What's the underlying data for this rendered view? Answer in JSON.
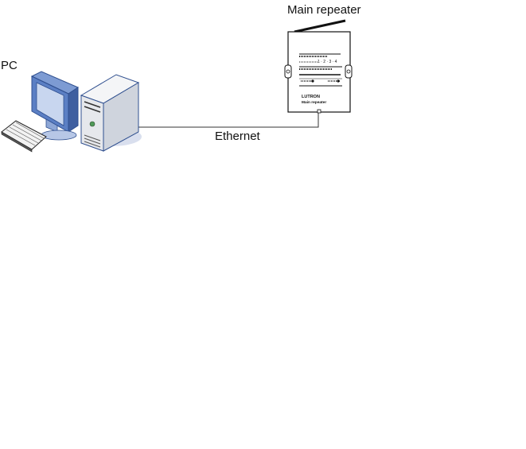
{
  "labels": {
    "pc": "PC",
    "main_repeater": "Main repeater",
    "connection": "Ethernet"
  },
  "device_text": {
    "brand": "LUTRON",
    "model": "Main repeater",
    "channel_numbers": "1 · 2 · 3 · 4"
  },
  "colors": {
    "line": "#333333",
    "device_outline": "#111111",
    "pc_body": "#e9ecf2",
    "monitor_frame": "#4a6fb5",
    "screen": "#c8d6ef"
  }
}
